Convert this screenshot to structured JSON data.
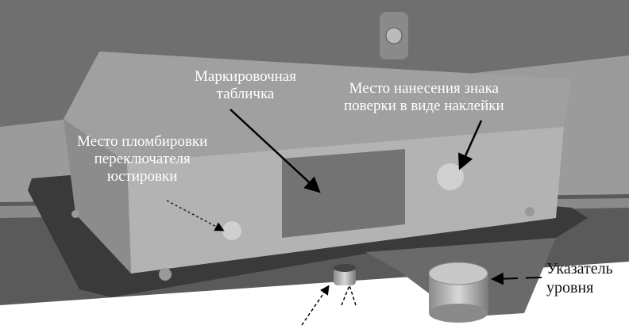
{
  "labels": {
    "marking_plate": [
      "Маркировочная",
      "табличка"
    ],
    "sticker_place": [
      "Место нанесения знака",
      "поверки в виде наклейки"
    ],
    "seal_place": [
      "Место пломбировки",
      "переключателя",
      "юстировки"
    ],
    "level_indicator": [
      "Указатель",
      "уровня"
    ]
  },
  "colors": {
    "beam": "#6f6f6f",
    "background": "#9b9b9b",
    "box_front": "#b3b3b3",
    "plate": "#707070",
    "base": "#3a3a3a"
  }
}
